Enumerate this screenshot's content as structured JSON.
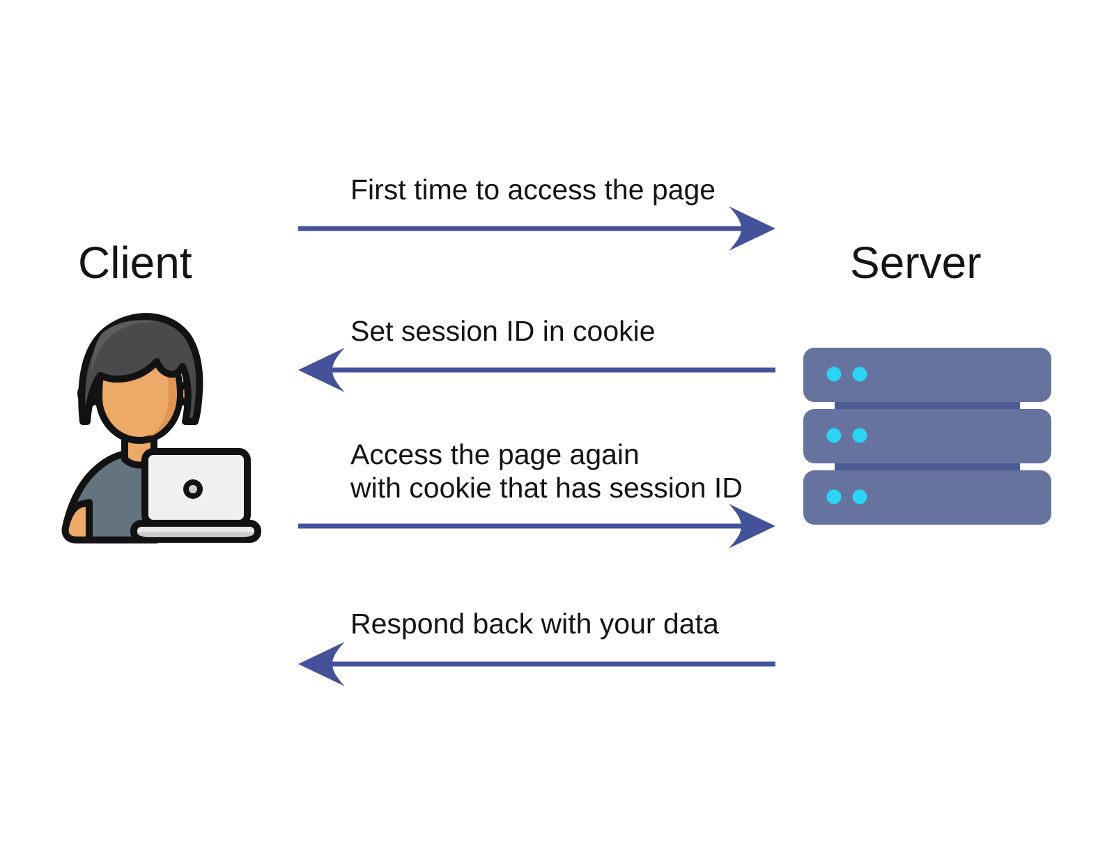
{
  "client": {
    "label": "Client"
  },
  "server": {
    "label": "Server"
  },
  "messages": [
    {
      "direction": "client-to-server",
      "lines": [
        "First time to access the page"
      ]
    },
    {
      "direction": "server-to-client",
      "lines": [
        "Set session ID in cookie"
      ]
    },
    {
      "direction": "client-to-server",
      "lines": [
        "Access the page again",
        "with cookie that has session ID"
      ]
    },
    {
      "direction": "server-to-client",
      "lines": [
        "Respond back with your data"
      ]
    }
  ],
  "colors": {
    "arrow": "#44529a",
    "text": "#141414",
    "server_body": "#66739e",
    "server_divider": "#4d5b94",
    "server_led": "#2bd3f4",
    "skin": "#eca968",
    "skin_shade": "#e09455",
    "hair": "#4a4a4c",
    "shirt": "#64747e",
    "laptop_lid": "#f0f0f1",
    "laptop_base": "#e8e8ea",
    "outline": "#121212",
    "background": "#ffffff"
  }
}
